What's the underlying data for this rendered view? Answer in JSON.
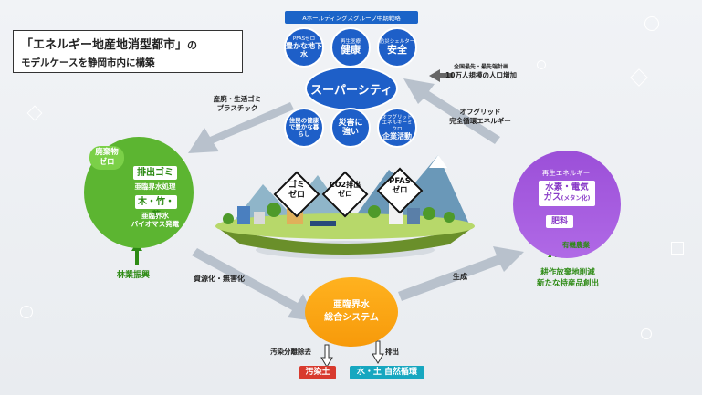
{
  "title": {
    "line1_main": "「エネルギー地産地消型都市」",
    "line1_suffix": "の",
    "line2": "モデルケースを静岡市内に構築"
  },
  "top_group": {
    "label": "Aホールディングスグループ中期戦略",
    "circles": [
      {
        "small": "PFASゼロ",
        "main": "豊かな地下水"
      },
      {
        "small": "再生医療",
        "main": "健康"
      },
      {
        "small": "防災シェルター",
        "main": "安全"
      }
    ],
    "center": "スーパーシティ",
    "bottom_circles": [
      {
        "main": "住民の健康で豊かな暮らし"
      },
      {
        "main": "災害に強い"
      },
      {
        "small": "オフグリッドエネルギーミクロ",
        "main": "企業活動"
      }
    ]
  },
  "population_note": {
    "line1": "全国最先・最先端計画",
    "line2": "10万人規模の人口増加"
  },
  "offgrid_label": {
    "line1": "オフグリッド",
    "line2": "完全循環エネルギー"
  },
  "waste_label": {
    "line1": "産廃・生活ゴミ",
    "line2": "プラスチック"
  },
  "diamonds": [
    {
      "l1": "ゴミ",
      "l2": "ゼロ"
    },
    {
      "l1": "CO2排出",
      "l2": "ゼロ"
    },
    {
      "l1": "PFAS",
      "l2": "ゼロ"
    }
  ],
  "left_circle": {
    "tag_l1": "廃棄物",
    "tag_l2": "ゼロ",
    "btn1": "排出ゴミ",
    "text1": "亜臨界水処理",
    "btn2": "木・竹・草",
    "text2_l1": "亜臨界水",
    "text2_l2": "バイオマス発電"
  },
  "forestry_label": "林業振興",
  "resource_label": "資源化・無害化",
  "production_label": "生成",
  "right_circle": {
    "title": "再生エネルギー",
    "btn1_l1": "水素・電気",
    "btn1_l2": "ガス",
    "btn1_note": "(メタン化)",
    "btn2": "肥料"
  },
  "organic_label": "有機農業",
  "right_bottom": {
    "line1": "耕作放棄地削減",
    "line2": "新たな特産品創出"
  },
  "bottom_circle": {
    "line1": "亜臨界水",
    "line2": "総合システム"
  },
  "pollution_label": "汚染分離除去",
  "discharge_label": "排出",
  "tags": {
    "contaminated": "汚染土",
    "natural": "水・土 自然循環"
  },
  "colors": {
    "blue": "#1e5fc8",
    "green": "#5cb531",
    "purple": "#a35ddf",
    "orange": "#f9a514",
    "red": "#d83a2e",
    "teal": "#17a7c0"
  }
}
